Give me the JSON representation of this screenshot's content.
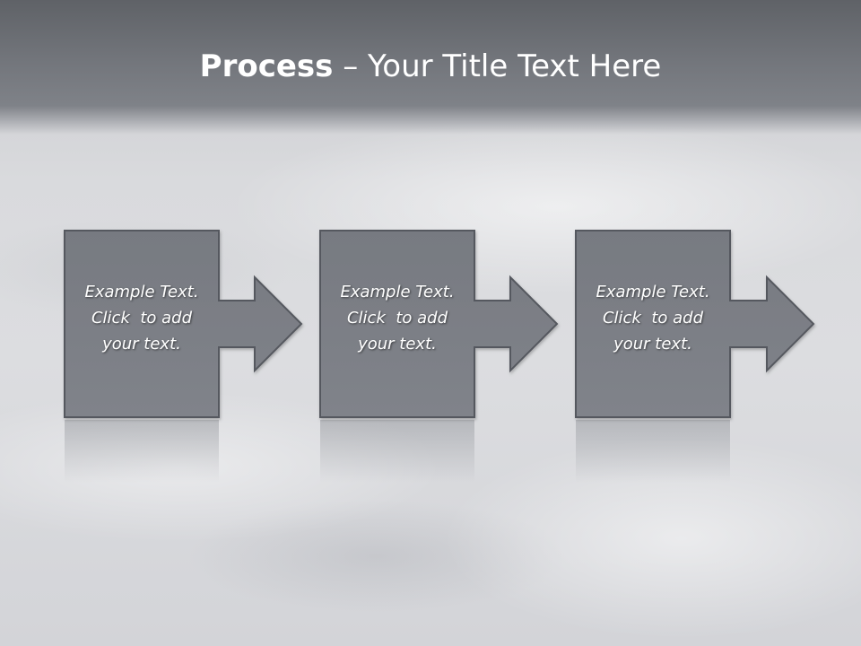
{
  "slide": {
    "title_bold": "Process",
    "title_separator": " – ",
    "title_rest": "Your Title Text Here"
  },
  "steps": [
    {
      "lines": [
        "Example Text.",
        "Click  to add",
        "your text."
      ]
    },
    {
      "lines": [
        "Example Text.",
        "Click  to add",
        "your text."
      ]
    },
    {
      "lines": [
        "Example Text.",
        "Click  to add",
        "your text."
      ]
    }
  ],
  "colors": {
    "shape_fill": "#7b7e85",
    "shape_stroke": "#55585e",
    "title_text": "#ffffff"
  }
}
